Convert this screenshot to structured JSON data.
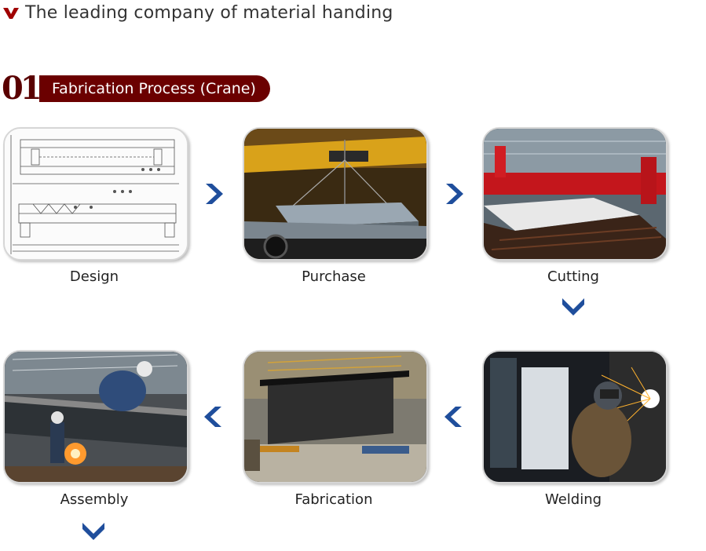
{
  "header": {
    "title": "The leading company of material handing",
    "mark_icon": "v-logo-icon",
    "mark_color": "#a00000"
  },
  "section": {
    "number": "01",
    "title": "Fabrication Process (Crane)",
    "accent_color": "#6b0000"
  },
  "steps": [
    {
      "label": "Design",
      "image": "crane-drawing"
    },
    {
      "label": "Purchase",
      "image": "steel-plates-lifted"
    },
    {
      "label": "Cutting",
      "image": "plasma-cutting-machine"
    },
    {
      "label": "Welding",
      "image": "welder-at-work"
    },
    {
      "label": "Fabrication",
      "image": "girder-fabrication"
    },
    {
      "label": "Assembly",
      "image": "crane-assembly"
    }
  ],
  "arrow_color": "#1f4e9c",
  "arrows": [
    "chevron-right-icon",
    "chevron-right-icon",
    "chevron-down-icon",
    "chevron-left-icon",
    "chevron-left-icon",
    "chevron-down-icon"
  ]
}
